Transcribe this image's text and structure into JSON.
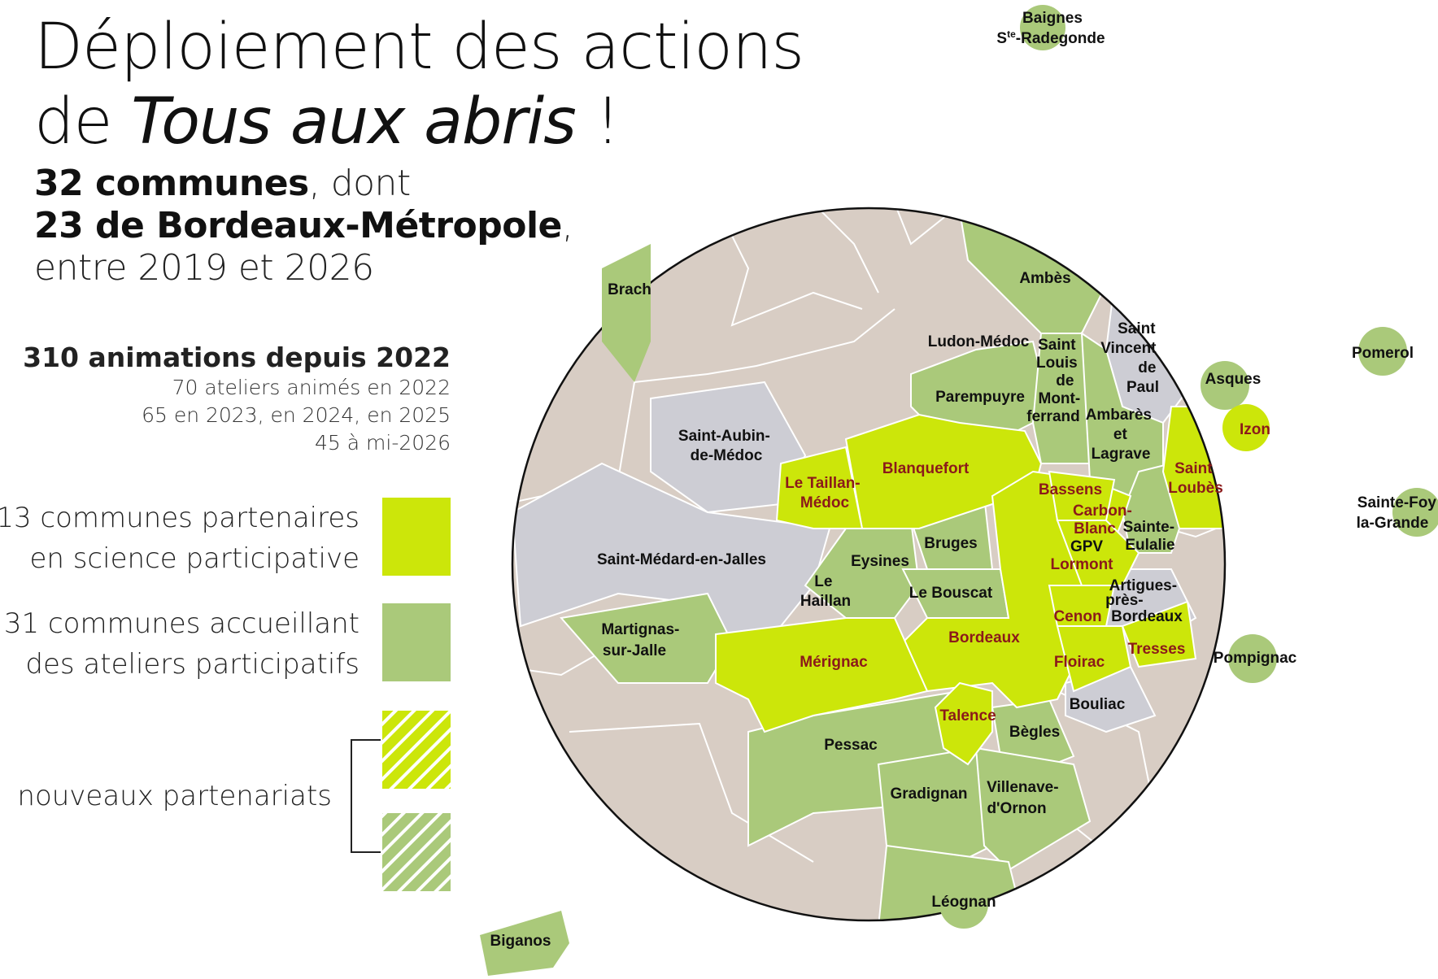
{
  "title": {
    "line1": "Déploiement des actions",
    "line2_prefix": "de ",
    "line2_italic": "Tous aux abris",
    "line2_suffix": " !"
  },
  "stats": {
    "line1_bold": "32 communes",
    "line1_rest": ", dont",
    "line2_bold": "23 de Bordeaux-Métropole",
    "line2_rest": ",",
    "line3": "entre 2019 et 2026"
  },
  "animations": {
    "headline": "310 animations depuis 2022",
    "line1": "70 ateliers animés en 2022",
    "line2": "65 en 2023, en 2024, en 2025",
    "line3": "45 à mi-2026"
  },
  "legend": {
    "item1": {
      "line1": "13 communes partenaires",
      "line2": "en science participative",
      "color": "#cce60a"
    },
    "item2": {
      "line1": "31 communes accueillant",
      "line2": "des ateliers participatifs",
      "color": "#aac97a"
    },
    "new": {
      "label": "nouveaux partenariats"
    }
  },
  "colors": {
    "partner": "#cce60a",
    "workshop": "#aac97a",
    "other": "#d8cdc4",
    "neutral": "#cdcdd4"
  },
  "places": {
    "ambes": "Ambès",
    "ludon": "Ludon-Médoc",
    "saint_louis": [
      "Saint",
      "Louis",
      "de",
      "Mont-",
      "ferrand"
    ],
    "saint_vincent": [
      "Saint",
      "Vincent",
      "de",
      "Paul"
    ],
    "ambares": [
      "Ambarès",
      "et",
      "Lagrave"
    ],
    "parempuyre": "Parempuyre",
    "blanquefort": "Blanquefort",
    "taillan": [
      "Le Taillan-",
      "Médoc"
    ],
    "saint_aubin": [
      "Saint-Aubin-",
      "de-Médoc"
    ],
    "saint_medard": "Saint-Médard-en-Jalles",
    "eysines": "Eysines",
    "bruges": "Bruges",
    "le_haillan": [
      "Le",
      "Haillan"
    ],
    "le_bouscat": "Le Bouscat",
    "martignas": [
      "Martignas-",
      "sur-Jalle"
    ],
    "merignac": "Mérignac",
    "bordeaux": "Bordeaux",
    "bassens": "Bassens",
    "carbon_blanc": [
      "Carbon-",
      "Blanc"
    ],
    "gpv": "GPV",
    "sainte_eulalie": [
      "Sainte-",
      "Eulalie"
    ],
    "lormont": "Lormont",
    "artigues": [
      "Artigues-",
      "près-",
      "Bordeaux"
    ],
    "cenon": "Cenon",
    "floirac": "Floirac",
    "tresses": "Tresses",
    "bouliac": "Bouliac",
    "talence": "Talence",
    "begles": "Bègles",
    "pessac": "Pessac",
    "gradignan": "Gradignan",
    "villenave": [
      "Villenave-",
      "d'Ornon"
    ],
    "leognan": "Léognan",
    "saint_loubes": [
      "Saint",
      "Loubès"
    ],
    "izon": "Izon",
    "asques": "Asques",
    "pomerol": "Pomerol",
    "sainte_foy": [
      "Sainte-Foy",
      "la-Grande"
    ],
    "pompignac": "Pompignac",
    "brach": "Brach",
    "biganos": "Biganos",
    "baignes": "Baignes",
    "radegonde_s": "S",
    "radegonde_te": "te",
    "radegonde_rest": "-Radegonde"
  }
}
